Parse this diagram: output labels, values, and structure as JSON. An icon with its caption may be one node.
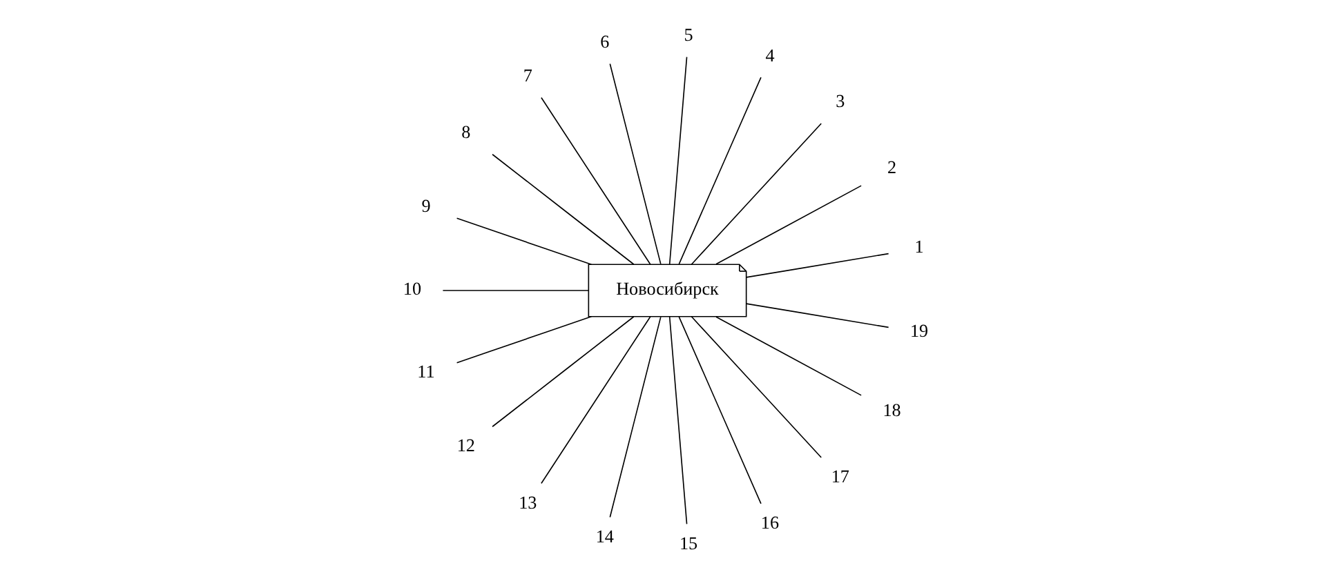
{
  "diagram": {
    "nodes": [
      {
        "text": [
          "Новосибирск"
        ]
      },
      {
        "text": [
          "1"
        ]
      },
      {
        "text": [
          "2"
        ]
      },
      {
        "text": [
          "3"
        ]
      },
      {
        "text": [
          "4"
        ]
      },
      {
        "text": [
          "5"
        ]
      },
      {
        "text": [
          "6"
        ]
      },
      {
        "text": [
          "7"
        ]
      },
      {
        "text": [
          "8"
        ]
      },
      {
        "text": [
          "9"
        ]
      },
      {
        "text": [
          "10"
        ]
      },
      {
        "text": [
          "11"
        ]
      },
      {
        "text": [
          "12"
        ]
      },
      {
        "text": [
          "13"
        ]
      },
      {
        "text": [
          "14"
        ]
      },
      {
        "text": [
          "15"
        ]
      },
      {
        "text": [
          "16"
        ]
      },
      {
        "text": [
          "17"
        ]
      },
      {
        "text": [
          "18"
        ]
      },
      {
        "text": [
          "19"
        ]
      }
    ],
    "edges": [
      {
        "from": 0,
        "to": 1,
        "arrow": "none"
      },
      {
        "from": 0,
        "to": 2,
        "arrow": "none"
      },
      {
        "from": 0,
        "to": 3,
        "arrow": "none"
      },
      {
        "from": 0,
        "to": 4,
        "arrow": "none"
      },
      {
        "from": 0,
        "to": 5,
        "arrow": "none"
      },
      {
        "from": 0,
        "to": 6,
        "arrow": "none"
      },
      {
        "from": 0,
        "to": 7,
        "arrow": "none"
      },
      {
        "from": 0,
        "to": 8,
        "arrow": "none"
      },
      {
        "from": 0,
        "to": 9,
        "arrow": "none"
      },
      {
        "from": 0,
        "to": 10,
        "arrow": "none"
      },
      {
        "from": 0,
        "to": 11,
        "arrow": "none"
      },
      {
        "from": 0,
        "to": 12,
        "arrow": "none"
      },
      {
        "from": 0,
        "to": 13,
        "arrow": "none"
      },
      {
        "from": 0,
        "to": 14,
        "arrow": "none"
      },
      {
        "from": 0,
        "to": 15,
        "arrow": "none"
      },
      {
        "from": 0,
        "to": 16,
        "arrow": "none"
      },
      {
        "from": 0,
        "to": 17,
        "arrow": "none"
      },
      {
        "from": 0,
        "to": 18,
        "arrow": "none"
      },
      {
        "from": 0,
        "to": 19,
        "arrow": "none"
      }
    ]
  }
}
